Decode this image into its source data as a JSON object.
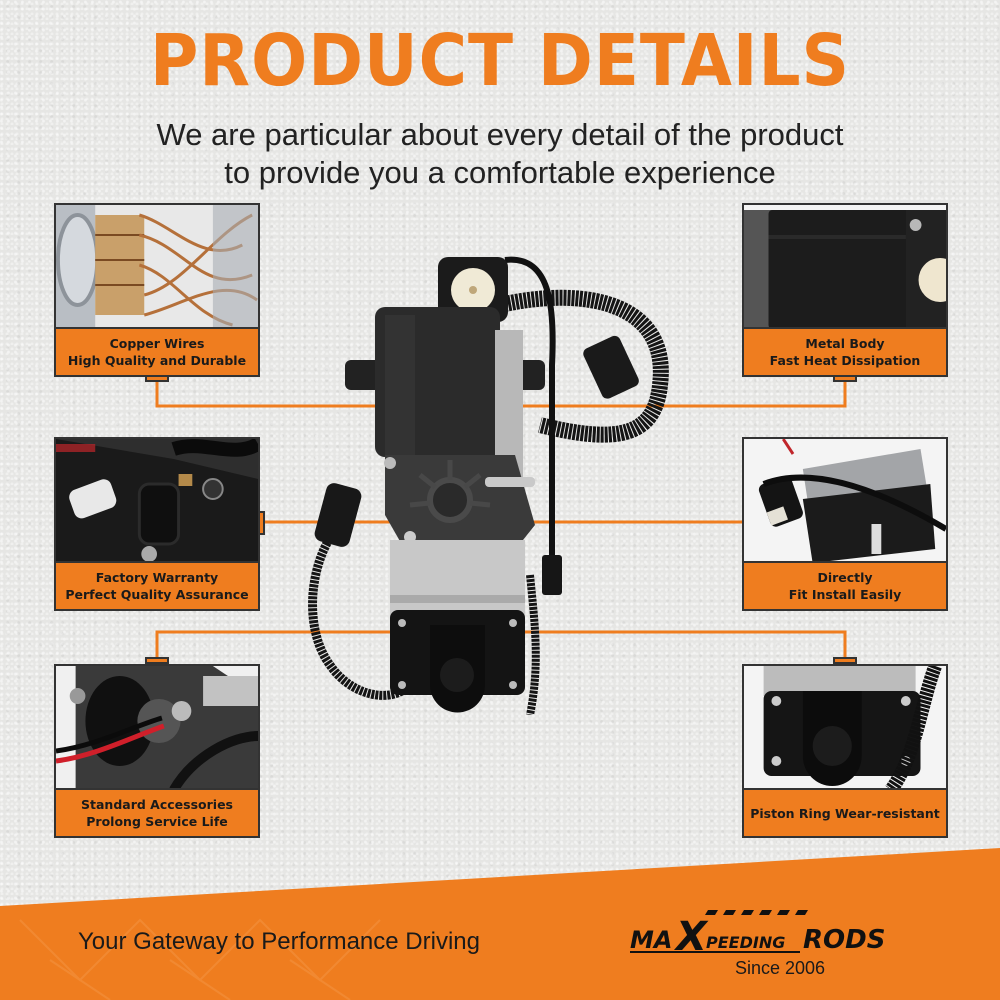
{
  "header": {
    "title": "PRODUCT DETAILS",
    "subtitle_line1": "We are particular about every detail of the product",
    "subtitle_line2": "to provide you a comfortable experience"
  },
  "features": [
    {
      "position": "left-top",
      "line1": "Copper Wires",
      "line2": "High Quality and Durable",
      "image": "copper-wire-armature"
    },
    {
      "position": "right-top",
      "line1": "Metal Body",
      "line2": "Fast Heat Dissipation",
      "image": "black-motor-housing"
    },
    {
      "position": "left-middle",
      "line1": "Factory Warranty",
      "line2": "Perfect Quality Assurance",
      "image": "connector-closeup"
    },
    {
      "position": "right-middle",
      "line1": "Directly",
      "line2": "Fit Install Easily",
      "image": "compressor-side-view"
    },
    {
      "position": "left-bottom",
      "line1": "Standard Accessories",
      "line2": "Prolong Service Life",
      "image": "red-wire-closeup"
    },
    {
      "position": "right-bottom",
      "line1": "Piston Ring Wear-resistant",
      "line2": "",
      "image": "piston-cap-closeup"
    }
  ],
  "product": {
    "name": "air-suspension-compressor"
  },
  "footer": {
    "tagline": "Your Gateway to Performance Driving",
    "brand": "maXpeedingRODS",
    "brand_parts": {
      "a": "maA",
      "x": "X",
      "b": "PEEDING",
      "c": "RODS"
    },
    "since": "Since 2006"
  },
  "colors": {
    "accent": "#ef7d1f",
    "border": "#333333",
    "text": "#1a1a1a",
    "background": "#e6e6e4"
  }
}
